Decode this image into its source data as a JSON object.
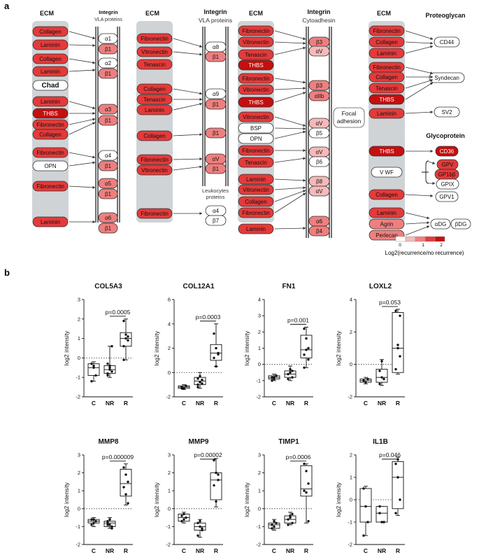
{
  "panel_a": {
    "label": "a",
    "headers": {
      "ecm": "ECM",
      "integrin": "Integrin",
      "vla_proteins": "VLA proteins",
      "cytoadhesin": "Cytoadhesin",
      "proteoglycan": "Proteoglycan",
      "glycoprotein": "Glycoprotein",
      "leukocytes": "Leukocytes",
      "proteins": "proteins",
      "focal1": "Focal",
      "focal2": "adhesion"
    },
    "colors": {
      "white": "#ffffff",
      "light": "#f5b9b9",
      "mid": "#ef7f7f",
      "strong": "#e43a3a",
      "dark": "#c40f0f"
    },
    "col1_ecm": [
      {
        "name": "Collagen",
        "level": "strong"
      },
      {
        "name": "Laminin",
        "level": "strong"
      },
      {
        "name": "Collagen",
        "level": "strong"
      },
      {
        "name": "Laminin",
        "level": "strong"
      },
      {
        "name": "Chad",
        "level": "white"
      },
      {
        "name": "Laminin",
        "level": "strong"
      },
      {
        "name": "THBS",
        "level": "dark"
      },
      {
        "name": "Fibronectin",
        "level": "strong"
      },
      {
        "name": "Collagen",
        "level": "strong"
      },
      {
        "name": "Fibronectin",
        "level": "strong"
      },
      {
        "name": "OPN",
        "level": "white"
      },
      {
        "name": "Fibronectin",
        "level": "strong"
      },
      {
        "name": "Laminin",
        "level": "strong"
      }
    ],
    "col1_integrin": [
      {
        "name": "α1",
        "level": "white"
      },
      {
        "name": "β1",
        "level": "mid"
      },
      {
        "name": "α2",
        "level": "white"
      },
      {
        "name": "β1",
        "level": "mid"
      },
      {
        "name": "α3",
        "level": "mid"
      },
      {
        "name": "β1",
        "level": "mid"
      },
      {
        "name": "α4",
        "level": "white"
      },
      {
        "name": "β1",
        "level": "mid"
      },
      {
        "name": "α5",
        "level": "mid"
      },
      {
        "name": "β1",
        "level": "mid"
      },
      {
        "name": "α6",
        "level": "mid"
      },
      {
        "name": "β1",
        "level": "mid"
      }
    ],
    "col2_ecm": [
      {
        "name": "Fibronectin",
        "level": "strong"
      },
      {
        "name": "Vitronectin",
        "level": "strong"
      },
      {
        "name": "Tenascin",
        "level": "strong"
      },
      {
        "name": "Collagen",
        "level": "strong"
      },
      {
        "name": "Tenascin",
        "level": "strong"
      },
      {
        "name": "Laminin",
        "level": "strong"
      },
      {
        "name": "Collagen",
        "level": "strong"
      },
      {
        "name": "Fibronectin",
        "level": "strong"
      },
      {
        "name": "Vitronectin",
        "level": "strong"
      },
      {
        "name": "Fibronectin",
        "level": "strong"
      }
    ],
    "col2_integrin": [
      {
        "name": "α8",
        "level": "white"
      },
      {
        "name": "β1",
        "level": "mid"
      },
      {
        "name": "α9",
        "level": "white"
      },
      {
        "name": "β1",
        "level": "mid"
      },
      {
        "name": "β1",
        "level": "mid"
      },
      {
        "name": "αV",
        "level": "mid"
      },
      {
        "name": "β1",
        "level": "mid"
      },
      {
        "name": "α4",
        "level": "white"
      },
      {
        "name": "β7",
        "level": "white"
      }
    ],
    "col3_ecm": [
      {
        "name": "Fibronectin",
        "level": "strong"
      },
      {
        "name": "Vitronectin",
        "level": "strong"
      },
      {
        "name": "Tenascin",
        "level": "strong"
      },
      {
        "name": "THBS",
        "level": "dark"
      },
      {
        "name": "Fibronectin",
        "level": "strong"
      },
      {
        "name": "Vitronectin",
        "level": "strong"
      },
      {
        "name": "THBS",
        "level": "dark"
      },
      {
        "name": "Vitronectin",
        "level": "strong"
      },
      {
        "name": "BSP",
        "level": "white"
      },
      {
        "name": "OPN",
        "level": "white"
      },
      {
        "name": "Fibronectin",
        "level": "strong"
      },
      {
        "name": "Tenascin",
        "level": "strong"
      },
      {
        "name": "Laminin",
        "level": "strong"
      },
      {
        "name": "Vitronectin",
        "level": "strong"
      },
      {
        "name": "Collagen",
        "level": "strong"
      },
      {
        "name": "Fibronectin",
        "level": "strong"
      },
      {
        "name": "Laminin",
        "level": "strong"
      }
    ],
    "col3_integrin": [
      {
        "name": "β3",
        "level": "mid"
      },
      {
        "name": "αV",
        "level": "light"
      },
      {
        "name": "β3",
        "level": "mid"
      },
      {
        "name": "αIIb",
        "level": "mid"
      },
      {
        "name": "αV",
        "level": "light"
      },
      {
        "name": "β5",
        "level": "white"
      },
      {
        "name": "αV",
        "level": "light"
      },
      {
        "name": "β6",
        "level": "white"
      },
      {
        "name": "β8",
        "level": "light"
      },
      {
        "name": "αV",
        "level": "light"
      },
      {
        "name": "α6",
        "level": "mid"
      },
      {
        "name": "β4",
        "level": "mid"
      }
    ],
    "col4_ecm": [
      {
        "name": "Fibronectin",
        "level": "strong"
      },
      {
        "name": "Collagen",
        "level": "strong"
      },
      {
        "name": "Laminin",
        "level": "strong"
      },
      {
        "name": "Fibronectin",
        "level": "strong"
      },
      {
        "name": "Collagen",
        "level": "strong"
      },
      {
        "name": "Tenascin",
        "level": "strong"
      },
      {
        "name": "THBS",
        "level": "dark"
      },
      {
        "name": "Laminin",
        "level": "strong"
      },
      {
        "name": "THBS",
        "level": "dark"
      },
      {
        "name": "V WF",
        "level": "white"
      },
      {
        "name": "Collagen",
        "level": "strong"
      },
      {
        "name": "Laminin",
        "level": "strong"
      },
      {
        "name": "Agrin",
        "level": "mid"
      },
      {
        "name": "Perlecan",
        "level": "mid"
      }
    ],
    "col4_receptors": [
      {
        "name": "CD44",
        "level": "white"
      },
      {
        "name": "Syndecan",
        "level": "white"
      },
      {
        "name": "SV2",
        "level": "white"
      },
      {
        "name": "CD36",
        "level": "dark"
      },
      {
        "name": "GPV",
        "level": "strong"
      },
      {
        "name": "GP1bβ",
        "level": "strong"
      },
      {
        "name": "GPIX",
        "level": "white"
      },
      {
        "name": "GPV1",
        "level": "white"
      },
      {
        "name": "αDG",
        "level": "white"
      },
      {
        "name": "βDG",
        "level": "white"
      }
    ],
    "legend": {
      "ticks": [
        "0",
        "1",
        "2"
      ],
      "title": "Log2(recurrence/no recurrence)",
      "levels": [
        "white",
        "light",
        "mid",
        "strong",
        "dark"
      ]
    }
  },
  "panel_b": {
    "label": "b",
    "categories": [
      "C",
      "NR",
      "R"
    ],
    "ylabel": "log2 intensity"
  },
  "chart_data": [
    {
      "type": "box",
      "title": "COL5A3",
      "categories": [
        "C",
        "NR",
        "R"
      ],
      "ylim": [
        -2,
        3
      ],
      "yticks": [
        -2,
        -1,
        0,
        1,
        2,
        3
      ],
      "pvalue": "p=0.0005",
      "points": [
        [
          -0.3,
          -0.5,
          -0.9,
          -1.2,
          -0.4
        ],
        [
          -0.3,
          -0.5,
          -0.7,
          -0.9,
          -0.6,
          0.6,
          -0.8,
          -0.4
        ],
        [
          1.9,
          1.2,
          0.9,
          0.6,
          1.0,
          1.1,
          -0.1
        ]
      ],
      "boxes": [
        {
          "min": -1.2,
          "q1": -0.9,
          "median": -0.5,
          "q3": -0.3,
          "max": -0.2
        },
        {
          "min": -1.0,
          "q1": -0.8,
          "median": -0.6,
          "q3": -0.4,
          "max": 0.6
        },
        {
          "min": -0.1,
          "q1": 0.6,
          "median": 1.0,
          "q3": 1.3,
          "max": 2.0
        }
      ]
    },
    {
      "type": "box",
      "title": "COL12A1",
      "categories": [
        "C",
        "NR",
        "R"
      ],
      "ylim": [
        -2,
        6
      ],
      "yticks": [
        -2,
        0,
        2,
        4,
        6
      ],
      "pvalue": "p=0.0003",
      "points": [
        [
          -1.2,
          -1.3,
          -1.1,
          -1.3
        ],
        [
          -0.5,
          -0.8,
          -0.9,
          -1.0,
          -0.3,
          -0.6,
          -1.2
        ],
        [
          3.2,
          2.0,
          1.5,
          1.2,
          0.5,
          1.6
        ]
      ],
      "boxes": [
        {
          "min": -1.4,
          "q1": -1.3,
          "median": -1.2,
          "q3": -1.1,
          "max": -1.0
        },
        {
          "min": -1.3,
          "q1": -1.0,
          "median": -0.7,
          "q3": -0.4,
          "max": 0.0
        },
        {
          "min": 0.5,
          "q1": 1.0,
          "median": 1.6,
          "q3": 2.3,
          "max": 4.0
        }
      ]
    },
    {
      "type": "box",
      "title": "FN1",
      "categories": [
        "C",
        "NR",
        "R"
      ],
      "ylim": [
        -2,
        4
      ],
      "yticks": [
        -2,
        -1,
        0,
        1,
        2,
        3,
        4
      ],
      "pvalue": "p=0.001",
      "points": [
        [
          -0.8,
          -0.9,
          -0.7,
          -1.0,
          -0.8
        ],
        [
          -0.6,
          -0.3,
          -0.8,
          -0.9,
          -0.5,
          -0.4
        ],
        [
          2.2,
          1.6,
          1.0,
          0.6,
          0.9,
          0.3,
          -0.2
        ]
      ],
      "boxes": [
        {
          "min": -1.0,
          "q1": -0.9,
          "median": -0.8,
          "q3": -0.7,
          "max": -0.6
        },
        {
          "min": -1.0,
          "q1": -0.8,
          "median": -0.6,
          "q3": -0.4,
          "max": -0.1
        },
        {
          "min": -0.2,
          "q1": 0.4,
          "median": 0.9,
          "q3": 1.8,
          "max": 2.3
        }
      ]
    },
    {
      "type": "box",
      "title": "LOXL2",
      "categories": [
        "C",
        "NR",
        "R"
      ],
      "ylim": [
        -2,
        4
      ],
      "yticks": [
        -2,
        0,
        2,
        4
      ],
      "pvalue": "p=0.053",
      "points": [
        [
          -1.0,
          -1.1,
          -0.9,
          -1.0
        ],
        [
          -0.4,
          -0.8,
          -0.9,
          -1.2,
          0.2
        ],
        [
          3.3,
          1.0,
          0.5,
          -0.3,
          1.2,
          3.0
        ]
      ],
      "boxes": [
        {
          "min": -1.2,
          "q1": -1.1,
          "median": -1.0,
          "q3": -0.9,
          "max": -0.8
        },
        {
          "min": -1.3,
          "q1": -1.1,
          "median": -0.8,
          "q3": -0.3,
          "max": 0.3
        },
        {
          "min": -0.6,
          "q1": -0.5,
          "median": 1.0,
          "q3": 3.2,
          "max": 3.4
        }
      ]
    },
    {
      "type": "box",
      "title": "MMP8",
      "categories": [
        "C",
        "NR",
        "R"
      ],
      "ylim": [
        -2,
        3
      ],
      "yticks": [
        -2,
        -1,
        0,
        1,
        2,
        3
      ],
      "pvalue": "p=0.000009",
      "points": [
        [
          -0.6,
          -0.8,
          -0.7,
          -0.9,
          -0.6
        ],
        [
          -0.7,
          -0.9,
          -1.0,
          -0.8,
          -0.6,
          -1.1,
          -0.9
        ],
        [
          2.3,
          1.9,
          1.5,
          1.2,
          0.8,
          0.3
        ]
      ],
      "boxes": [
        {
          "min": -1.0,
          "q1": -0.8,
          "median": -0.7,
          "q3": -0.6,
          "max": -0.5
        },
        {
          "min": -1.1,
          "q1": -1.0,
          "median": -0.8,
          "q3": -0.7,
          "max": -0.5
        },
        {
          "min": 0.2,
          "q1": 0.7,
          "median": 1.4,
          "q3": 2.2,
          "max": 2.5
        }
      ]
    },
    {
      "type": "box",
      "title": "MMP9",
      "categories": [
        "C",
        "NR",
        "R"
      ],
      "ylim": [
        -2,
        3
      ],
      "yticks": [
        -2,
        -1,
        0,
        1,
        2,
        3
      ],
      "pvalue": "p=0.00002",
      "points": [
        [
          -0.4,
          -0.6,
          -0.5,
          -0.7,
          -0.3
        ],
        [
          -0.8,
          -1.0,
          -1.2,
          -1.5,
          -0.7,
          -1.1
        ],
        [
          2.7,
          2.0,
          1.6,
          1.3,
          0.4,
          1.9
        ]
      ],
      "boxes": [
        {
          "min": -0.8,
          "q1": -0.7,
          "median": -0.5,
          "q3": -0.3,
          "max": -0.2
        },
        {
          "min": -1.6,
          "q1": -1.2,
          "median": -1.0,
          "q3": -0.8,
          "max": -0.6
        },
        {
          "min": 0.1,
          "q1": 0.5,
          "median": 1.6,
          "q3": 2.0,
          "max": 2.8
        }
      ]
    },
    {
      "type": "box",
      "title": "TIMP1",
      "categories": [
        "C",
        "NR",
        "R"
      ],
      "ylim": [
        -2,
        3
      ],
      "yticks": [
        -2,
        -1,
        0,
        1,
        2,
        3
      ],
      "pvalue": "p=0.0006",
      "points": [
        [
          -0.9,
          -1.0,
          -0.8,
          -1.1,
          -0.7
        ],
        [
          -0.6,
          -0.4,
          -0.8,
          -0.9,
          -0.5,
          -0.3
        ],
        [
          2.5,
          2.1,
          1.4,
          1.0,
          0.9,
          -0.7
        ]
      ],
      "boxes": [
        {
          "min": -1.2,
          "q1": -1.1,
          "median": -0.9,
          "q3": -0.8,
          "max": -0.6
        },
        {
          "min": -0.9,
          "q1": -0.8,
          "median": -0.6,
          "q3": -0.4,
          "max": -0.2
        },
        {
          "min": -0.8,
          "q1": 0.7,
          "median": 1.1,
          "q3": 2.4,
          "max": 2.5
        }
      ]
    },
    {
      "type": "box",
      "title": "IL1B",
      "categories": [
        "C",
        "NR",
        "R"
      ],
      "ylim": [
        -2,
        2
      ],
      "yticks": [
        -2,
        -1,
        0,
        1,
        2
      ],
      "pvalue": "p=0.046",
      "points": [
        [
          0.5,
          -0.3,
          -1.0,
          -1.6
        ],
        [
          -0.3,
          -1.0,
          -1.0,
          -0.6
        ],
        [
          1.6,
          1.0,
          0.0,
          -0.6,
          1.8
        ]
      ],
      "boxes": [
        {
          "min": -1.6,
          "q1": -1.0,
          "median": -0.3,
          "q3": 0.5,
          "max": 0.6
        },
        {
          "min": -1.0,
          "q1": -1.0,
          "median": -0.6,
          "q3": -0.3,
          "max": -0.3
        },
        {
          "min": -0.7,
          "q1": -0.4,
          "median": 1.0,
          "q3": 1.7,
          "max": 1.9
        }
      ]
    }
  ]
}
